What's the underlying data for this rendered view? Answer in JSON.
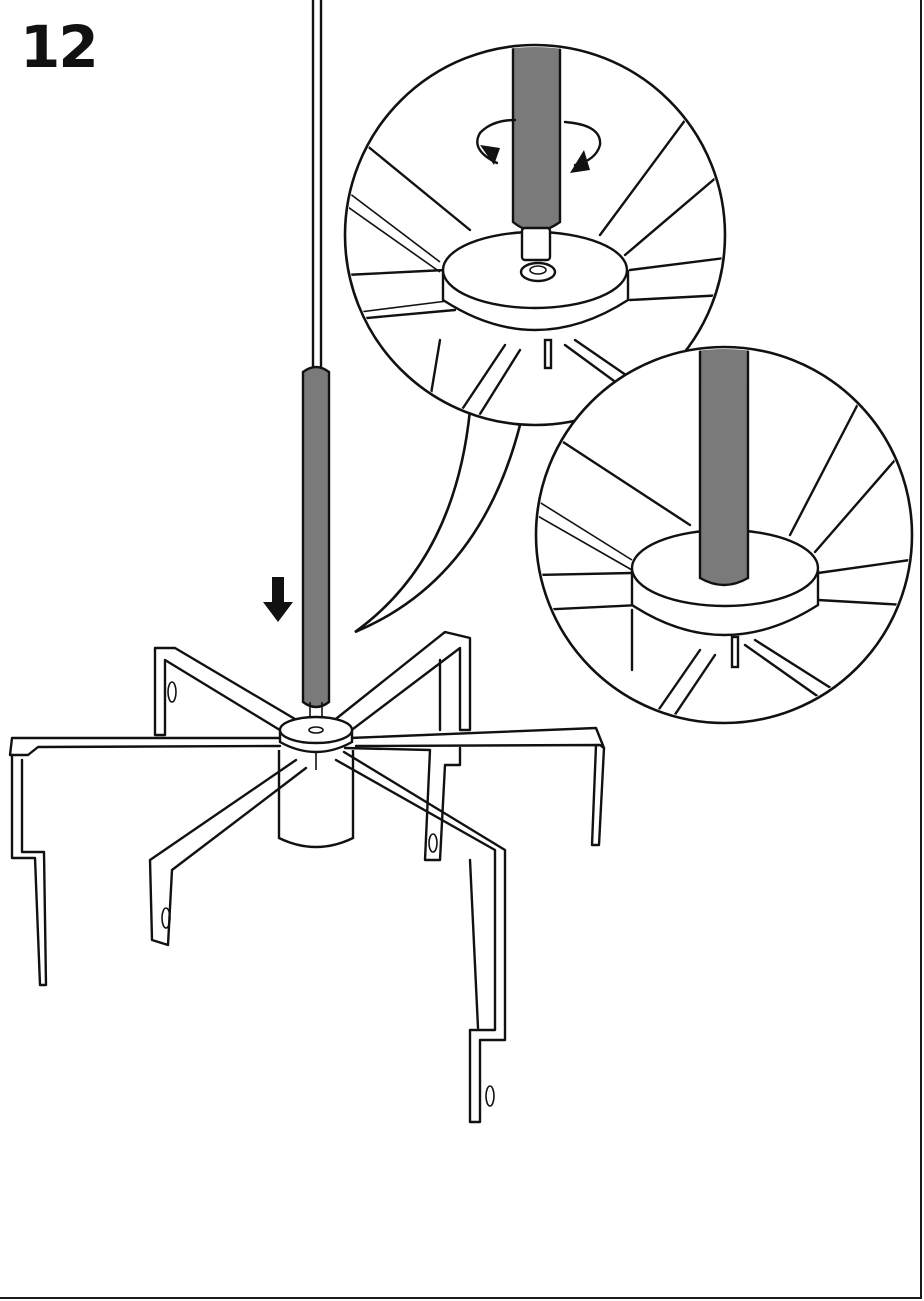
{
  "step": {
    "number": "12"
  },
  "illustration": {
    "main": "assembly-view",
    "details": [
      "detail-rotate-rod",
      "detail-rod-seated"
    ],
    "icons": [
      "down-arrow-icon",
      "rotate-arrows-icon"
    ],
    "colors": {
      "line": "#111111",
      "rod": "#7a7a7a",
      "background": "#ffffff"
    }
  }
}
